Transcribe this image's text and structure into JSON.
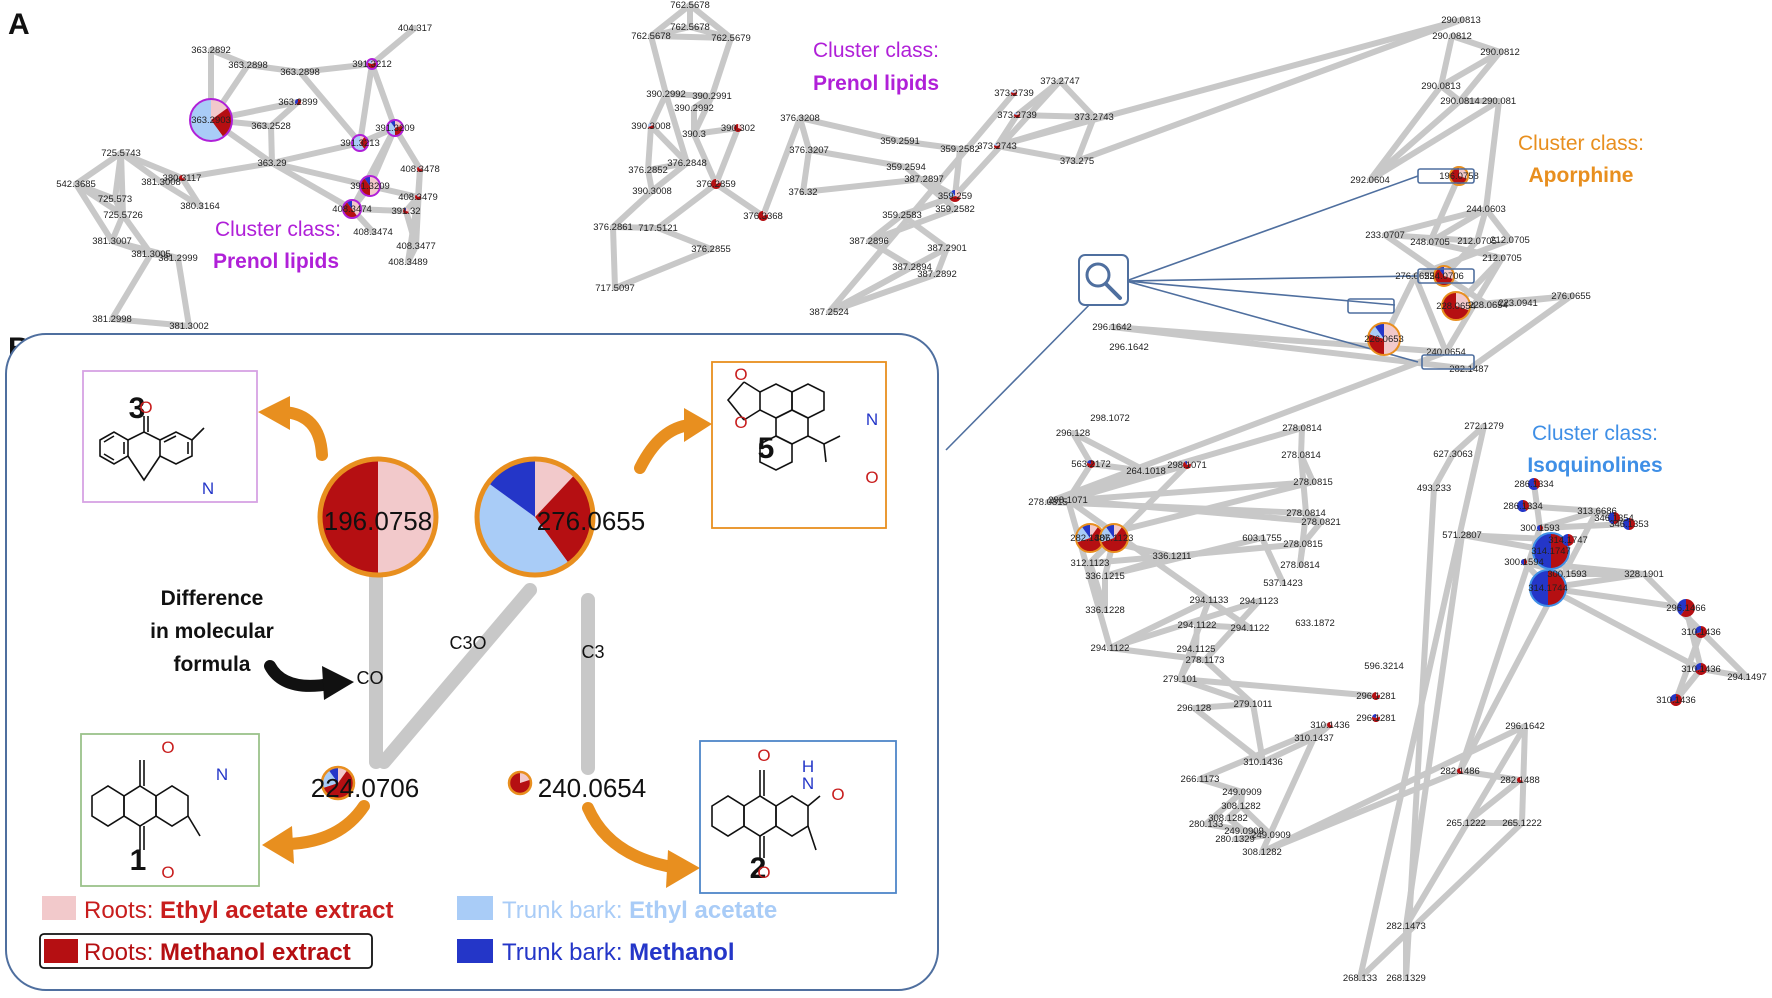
{
  "panels": {
    "a": "A",
    "b": "B"
  },
  "colors": {
    "roots_ethyl_acetate": "#f2c9cb",
    "roots_methanol": "#b50f12",
    "trunk_ethyl_acetate": "#a9ccf7",
    "trunk_methanol": "#2436c8",
    "edge": "#c8c8c8",
    "prenol_lipids": "#b020d8",
    "aporphine": "#e88f1f",
    "isoquinolines": "#3f8fe6",
    "panel_border": "#4f6f9f"
  },
  "clusters": {
    "prenol_left": {
      "line1": "Cluster class:",
      "line2": "Prenol lipids"
    },
    "prenol_top": {
      "line1": "Cluster class:",
      "line2": "Prenol lipids"
    },
    "aporphine": {
      "line1": "Cluster class:",
      "line2": "Aporphine"
    },
    "isoquinolines": {
      "line1": "Cluster class:",
      "line2": "Isoquinolines"
    }
  },
  "detail": {
    "nodes": {
      "n196": "196.0758",
      "n276": "276.0655",
      "n224": "224.0706",
      "n240": "240.0654"
    },
    "edges": {
      "co": "CO",
      "c3o": "C3O",
      "c3": "C3"
    },
    "difference_label": [
      "Difference",
      "in molecular",
      "formula"
    ],
    "compounds": {
      "c3": "3",
      "c5": "5",
      "c1": "1",
      "c2": "2"
    },
    "atoms": {
      "O": "O",
      "N": "N",
      "H": "H"
    }
  },
  "legend": {
    "roots_ea": {
      "prefix": "Roots: ",
      "bold": "Ethyl acetate extract"
    },
    "roots_me": {
      "prefix": "Roots: ",
      "bold": "Methanol extract"
    },
    "trunk_ea": {
      "prefix": "Trunk bark: ",
      "bold": "Ethyl acetate"
    },
    "trunk_me": {
      "prefix": "Trunk bark: ",
      "bold": "Methanol"
    }
  },
  "network_labels": [
    "404.317",
    "363.2892",
    "363.2898",
    "363.2898",
    "391.3212",
    "363.2903",
    "363.2899",
    "363.2528",
    "391.3213",
    "391.3209",
    "725.5743",
    "381.3008",
    "380.3117",
    "363.29",
    "408.3478",
    "542.3685",
    "725.573",
    "380.3164",
    "391.3209",
    "408.3479",
    "408.3474",
    "725.5726",
    "391.32",
    "408.3474",
    "381.3007",
    "408.3477",
    "381.3005",
    "381.2999",
    "408.3489",
    "381.2998",
    "381.3002",
    "762.5678",
    "762.5678",
    "762.5679",
    "762.5678",
    "390.2992",
    "390.2991",
    "390.2992",
    "390.3008",
    "390.3",
    "376.2848",
    "390.302",
    "376.2852",
    "390.3008",
    "376.2859",
    "376.2861",
    "717.5121",
    "376.2855",
    "717.5097",
    "376.3208",
    "376.3207",
    "376.32",
    "376.3368",
    "359.2591",
    "359.2582",
    "359.2594",
    "387.2897",
    "359.259",
    "359.2582",
    "359.2583",
    "387.2896",
    "387.2901",
    "387.2894",
    "387.2892",
    "387.2524",
    "373.2739",
    "373.2747",
    "373.2739",
    "373.2743",
    "373.2743",
    "373.275",
    "290.0813",
    "290.0812",
    "290.0812",
    "290.0813",
    "290.0814",
    "290.081",
    "292.0604",
    "196.0758",
    "244.0603",
    "233.0707",
    "248.0705",
    "212.0705",
    "212.0705",
    "212.0705",
    "224.0706",
    "276.0655",
    "228.0654",
    "228.0654",
    "223.0941",
    "276.0655",
    "226.0653",
    "240.0654",
    "282.1487",
    "296.1642",
    "296.1642",
    "298.1072",
    "296.128",
    "563.2172",
    "264.1018",
    "298.1071",
    "298.1071",
    "278.0815",
    "278.0814",
    "278.0814",
    "278.0815",
    "278.0814",
    "278.0821",
    "278.0815",
    "278.0814",
    "603.1755",
    "537.1423",
    "633.1872",
    "282.1487",
    "306.1123",
    "312.1123",
    "336.1211",
    "336.1215",
    "336.1228",
    "294.1122",
    "294.1133",
    "294.1123",
    "294.1122",
    "294.1122",
    "294.1125",
    "278.1173",
    "279.101",
    "279.1011",
    "296.128",
    "296.1281",
    "296.1281",
    "596.3214",
    "310.1436",
    "310.1437",
    "310.1436",
    "266.1173",
    "249.0909",
    "308.1282",
    "308.1282",
    "280.133",
    "249.0909",
    "249.0909",
    "280.1329",
    "308.1282",
    "282.1486",
    "282.1488",
    "296.1642",
    "265.1222",
    "265.1222",
    "282.1473",
    "268.133",
    "268.1329",
    "272.1279",
    "627.3063",
    "493.233",
    "286.1334",
    "286.1334",
    "313.6686",
    "300.1593",
    "346.1354",
    "346.1353",
    "571.2807",
    "314.1747",
    "314.1747",
    "300.1594",
    "300.1593",
    "328.1901",
    "314.1744",
    "296.1466",
    "310.1436",
    "310.1436",
    "310.1436",
    "294.1497"
  ]
}
